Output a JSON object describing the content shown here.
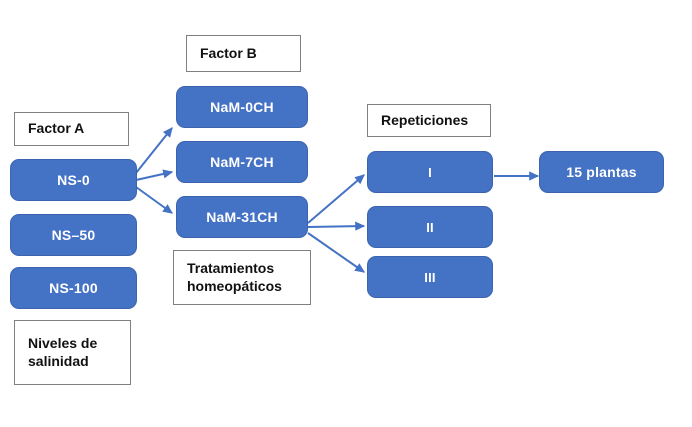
{
  "diagram": {
    "type": "experimental-design-flow",
    "colors": {
      "box_fill": "#4472C4",
      "box_border": "#3B63AF",
      "box_text": "#FFFFFF",
      "label_border": "#808080",
      "label_text": "#111111",
      "arrow": "#4472C4",
      "background": "#FFFFFF"
    },
    "labels": {
      "factor_a": "Factor A",
      "factor_b": "Factor B",
      "repeticiones": "Repeticiones",
      "niveles_line1": "Niveles de",
      "niveles_line2": "salinidad",
      "tratamientos_line1": "Tratamientos",
      "tratamientos_line2": "homeopáticos"
    },
    "factor_a_levels": [
      {
        "id": "ns-0",
        "label": "NS-0"
      },
      {
        "id": "ns-50",
        "label": "NS–50"
      },
      {
        "id": "ns-100",
        "label": "NS-100"
      }
    ],
    "factor_b_treatments": [
      {
        "id": "nam-0ch",
        "label": "NaM-0CH"
      },
      {
        "id": "nam-7ch",
        "label": "NaM-7CH"
      },
      {
        "id": "nam-31ch",
        "label": "NaM-31CH"
      }
    ],
    "repetitions": [
      {
        "id": "rep-i",
        "label": "I"
      },
      {
        "id": "rep-ii",
        "label": "II"
      },
      {
        "id": "rep-iii",
        "label": "III"
      }
    ],
    "outcome": {
      "id": "plantas",
      "label": "15 plantas"
    },
    "connections": [
      {
        "from": "ns-0",
        "to": "nam-0ch"
      },
      {
        "from": "ns-0",
        "to": "nam-7ch"
      },
      {
        "from": "ns-0",
        "to": "nam-31ch"
      },
      {
        "from": "nam-31ch",
        "to": "rep-i"
      },
      {
        "from": "nam-31ch",
        "to": "rep-ii"
      },
      {
        "from": "nam-31ch",
        "to": "rep-iii"
      },
      {
        "from": "rep-i",
        "to": "plantas"
      }
    ]
  }
}
